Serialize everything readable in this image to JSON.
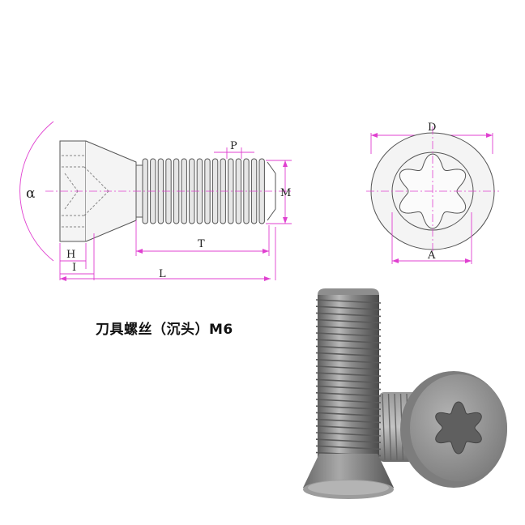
{
  "labels": {
    "alpha": "α",
    "P": "P",
    "M": "M",
    "H": "H",
    "I": "I",
    "T": "T",
    "L": "L",
    "D": "D",
    "A": "A"
  },
  "caption": "刀具螺丝（沉头）M6",
  "colors": {
    "dimension_line": "#e040d0",
    "outline": "#555555",
    "screw_metal": "#8a8a8a"
  }
}
